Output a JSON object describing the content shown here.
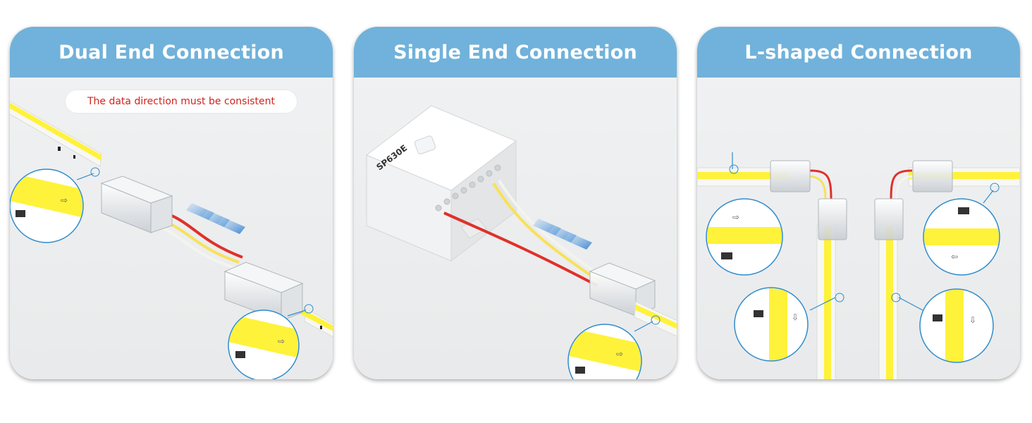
{
  "panels": [
    {
      "title": "Dual End Connection",
      "note": "The data direction must be consistent"
    },
    {
      "title": "Single End Connection"
    },
    {
      "title": "L-shaped Connection"
    }
  ],
  "controller": {
    "logo": "SP630E"
  },
  "colors": {
    "header": "#70b2db",
    "strip_yellow": "#fff23a",
    "wire_red": "#e0302a",
    "wire_white": "#f4f4ee",
    "arrow_blue": "#5a9bd8",
    "note_text": "#d0231c"
  },
  "icons": [
    "connector",
    "magnifier-circle",
    "direction-arrow",
    "flow-arrow",
    "led-controller"
  ]
}
